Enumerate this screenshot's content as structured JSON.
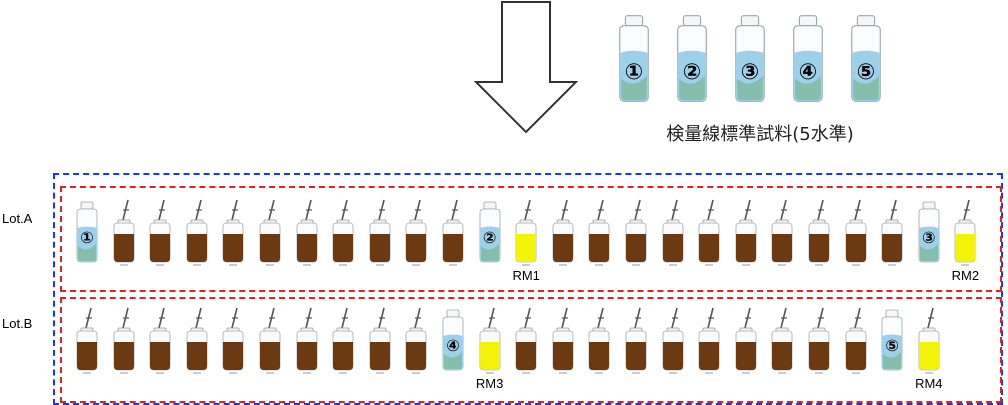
{
  "caption": "検量線標準試料(5水準)",
  "standards": [
    "①",
    "②",
    "③",
    "④",
    "⑤"
  ],
  "lots": [
    {
      "label": "Lot.A",
      "sequence": [
        {
          "type": "std",
          "num": "①"
        },
        {
          "type": "soil"
        },
        {
          "type": "soil"
        },
        {
          "type": "soil"
        },
        {
          "type": "soil"
        },
        {
          "type": "soil"
        },
        {
          "type": "soil"
        },
        {
          "type": "soil"
        },
        {
          "type": "soil"
        },
        {
          "type": "soil"
        },
        {
          "type": "soil"
        },
        {
          "type": "std",
          "num": "②"
        },
        {
          "type": "rm",
          "label": "RM1"
        },
        {
          "type": "soil"
        },
        {
          "type": "soil"
        },
        {
          "type": "soil"
        },
        {
          "type": "soil"
        },
        {
          "type": "soil"
        },
        {
          "type": "soil"
        },
        {
          "type": "soil"
        },
        {
          "type": "soil"
        },
        {
          "type": "soil"
        },
        {
          "type": "soil"
        },
        {
          "type": "std",
          "num": "③"
        },
        {
          "type": "rm",
          "label": "RM2"
        }
      ]
    },
    {
      "label": "Lot.B",
      "sequence": [
        {
          "type": "soil"
        },
        {
          "type": "soil"
        },
        {
          "type": "soil"
        },
        {
          "type": "soil"
        },
        {
          "type": "soil"
        },
        {
          "type": "soil"
        },
        {
          "type": "soil"
        },
        {
          "type": "soil"
        },
        {
          "type": "soil"
        },
        {
          "type": "soil"
        },
        {
          "type": "std",
          "num": "④"
        },
        {
          "type": "rm",
          "label": "RM3"
        },
        {
          "type": "soil"
        },
        {
          "type": "soil"
        },
        {
          "type": "soil"
        },
        {
          "type": "soil"
        },
        {
          "type": "soil"
        },
        {
          "type": "soil"
        },
        {
          "type": "soil"
        },
        {
          "type": "soil"
        },
        {
          "type": "soil"
        },
        {
          "type": "soil"
        },
        {
          "type": "std",
          "num": "⑤"
        },
        {
          "type": "rm",
          "label": "RM4"
        }
      ]
    }
  ],
  "colors": {
    "outer_border": "#1a33ff",
    "lot_border": "#e81f1f",
    "soil": "#6b3a12",
    "reference_material": "#f2f20a",
    "standard_liquid": "#9fd0ea"
  }
}
